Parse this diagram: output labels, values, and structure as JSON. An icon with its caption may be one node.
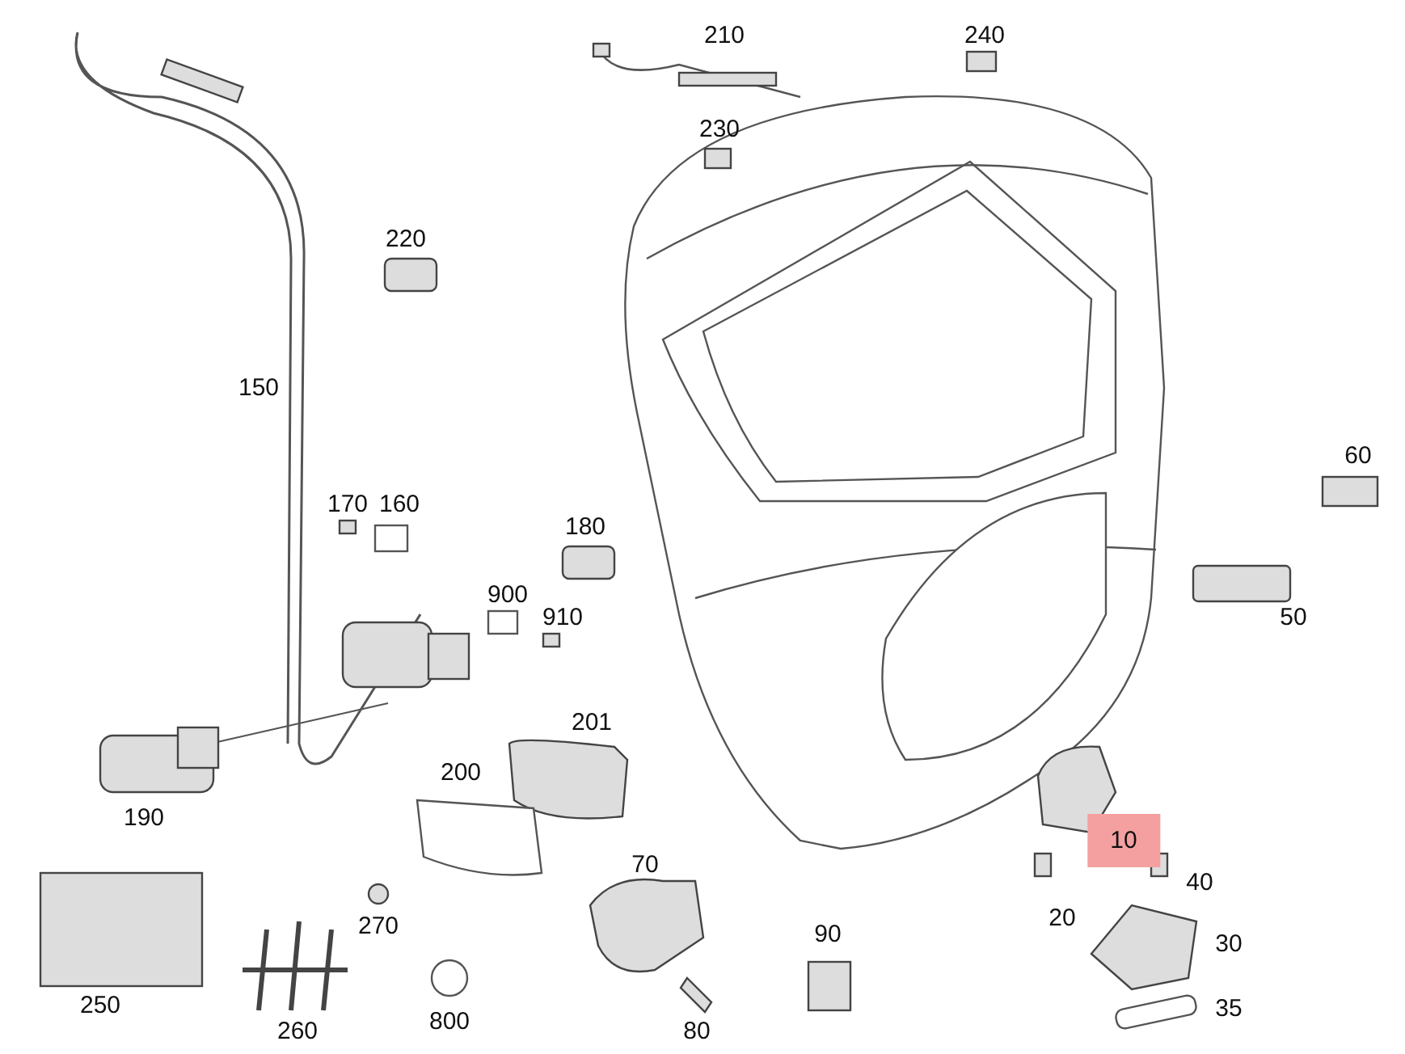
{
  "diagram": {
    "labels": [
      "210",
      "240",
      "230",
      "220",
      "150",
      "60",
      "170",
      "160",
      "180",
      "900",
      "910",
      "50",
      "201",
      "200",
      "190",
      "70",
      "10",
      "40",
      "90",
      "20",
      "270",
      "30",
      "250",
      "35",
      "260",
      "800",
      "80"
    ]
  }
}
